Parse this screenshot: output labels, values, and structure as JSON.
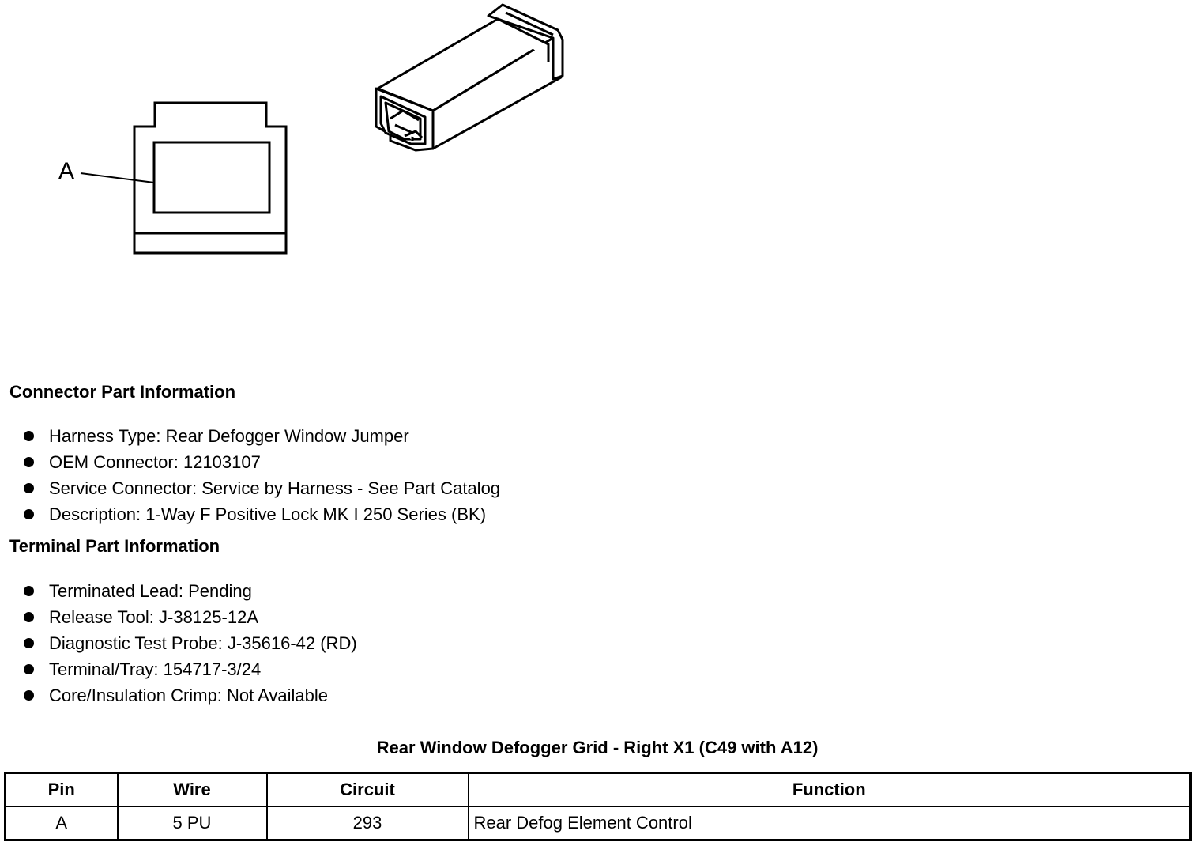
{
  "diagram": {
    "callout_label": "A"
  },
  "connector_info": {
    "heading": "Connector Part Information",
    "items": [
      "Harness Type: Rear Defogger Window Jumper",
      "OEM Connector: 12103107",
      "Service Connector: Service by Harness - See Part Catalog",
      "Description: 1-Way F Positive Lock MK I 250 Series (BK)"
    ]
  },
  "terminal_info": {
    "heading": "Terminal Part Information",
    "items": [
      "Terminated Lead: Pending",
      "Release Tool: J-38125-12A",
      "Diagnostic Test Probe: J-35616-42 (RD)",
      "Terminal/Tray: 154717-3/24",
      "Core/Insulation Crimp: Not Available"
    ]
  },
  "pinout_table": {
    "title": "Rear Window Defogger Grid - Right X1 (C49 with A12)",
    "headers": [
      "Pin",
      "Wire",
      "Circuit",
      "Function"
    ],
    "rows": [
      [
        "A",
        "5 PU",
        "293",
        "Rear Defog Element Control"
      ]
    ]
  }
}
